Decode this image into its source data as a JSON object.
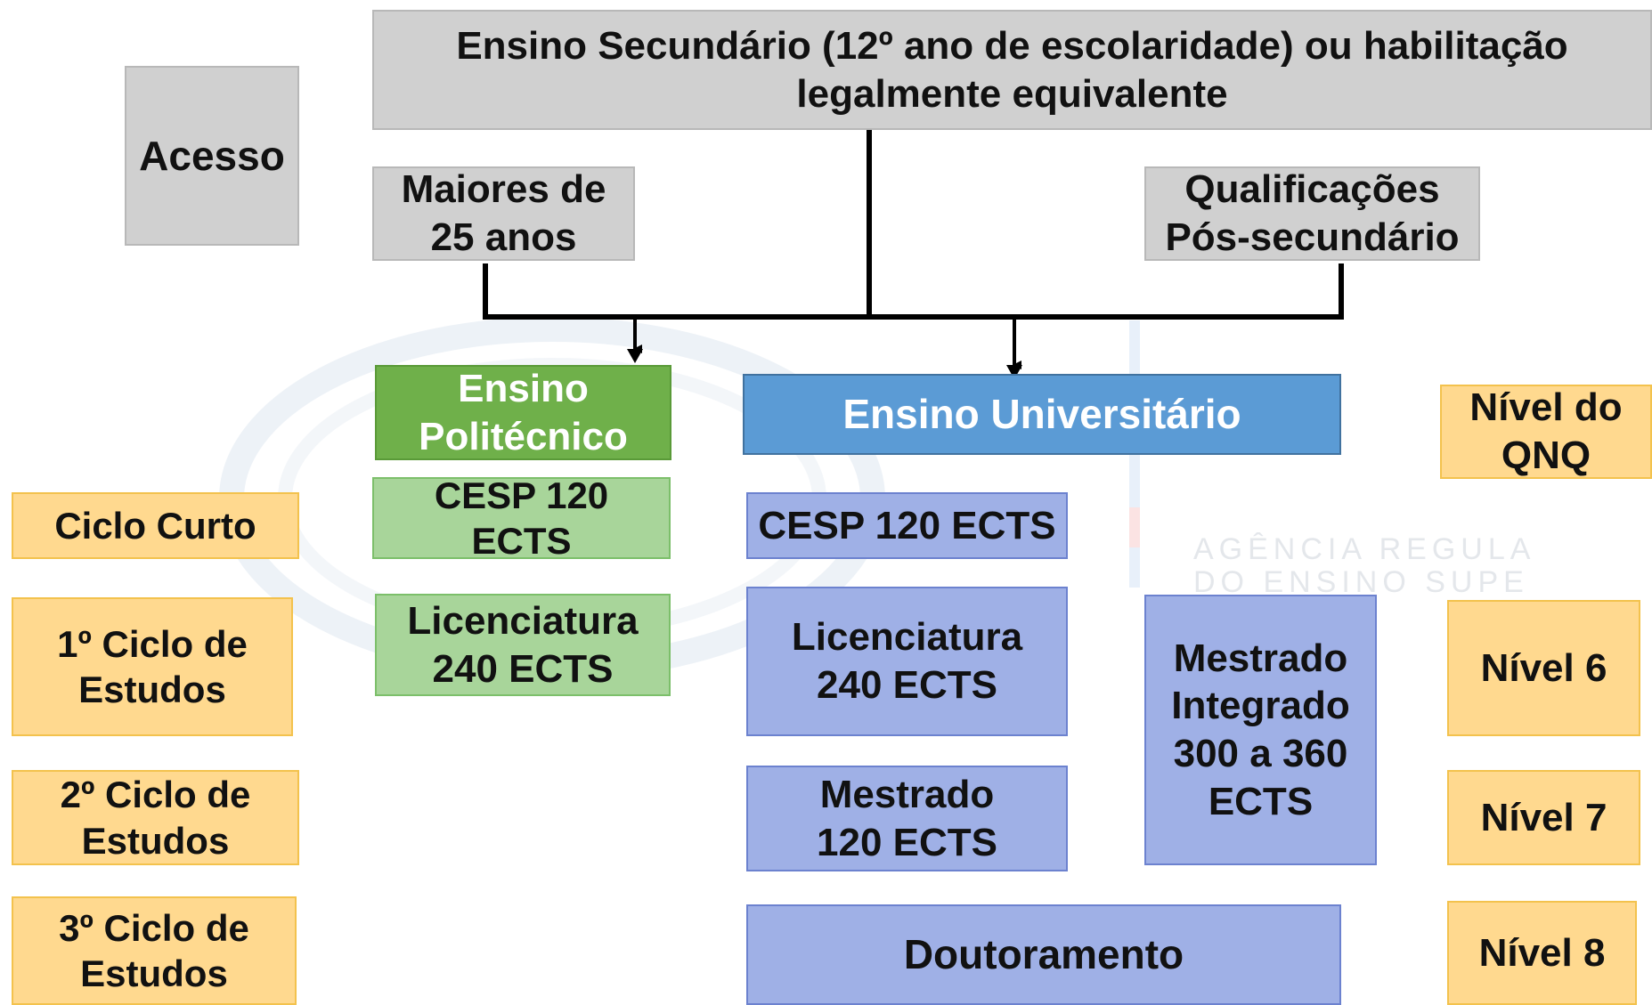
{
  "header": {
    "top_box": "Ensino Secundário (12º ano de escolaridade) ou habilitação\nlegalmente equivalente",
    "access_label": "Acesso",
    "over25": "Maiores de\n25 anos",
    "post_secondary": "Qualificações\nPós-secundário"
  },
  "polytechnic": {
    "title": "Ensino\nPolitécnico",
    "cesp": "CESP 120\nECTS",
    "licenciatura": "Licenciatura\n240 ECTS"
  },
  "university": {
    "title": "Ensino Universitário",
    "cesp": "CESP 120 ECTS",
    "licenciatura": "Licenciatura\n240  ECTS",
    "mestrado": "Mestrado\n120 ECTS",
    "mestrado_integrado": "Mestrado\nIntegrado\n300 a 360\nECTS",
    "doutoramento": "Doutoramento"
  },
  "cycles": {
    "short": "Ciclo Curto",
    "first": "1º Ciclo de\nEstudos",
    "second": "2º Ciclo de\nEstudos",
    "third": "3º Ciclo de\nEstudos"
  },
  "qnq": {
    "title": "Nível do\nQNQ",
    "level6": "Nível 6",
    "level7": "Nível 7",
    "level8": "Nível 8"
  },
  "watermark": {
    "text_line1": "AGÊNCIA REGULA",
    "text_line2": "DO ENSINO SUPE"
  },
  "colors": {
    "gray": "#d0d0d0",
    "green_light": "#a8d59a",
    "green_dark": "#6fb04a",
    "blue_light": "#9fb0e6",
    "blue_dark": "#5b9bd5",
    "orange": "#ffd98f"
  }
}
